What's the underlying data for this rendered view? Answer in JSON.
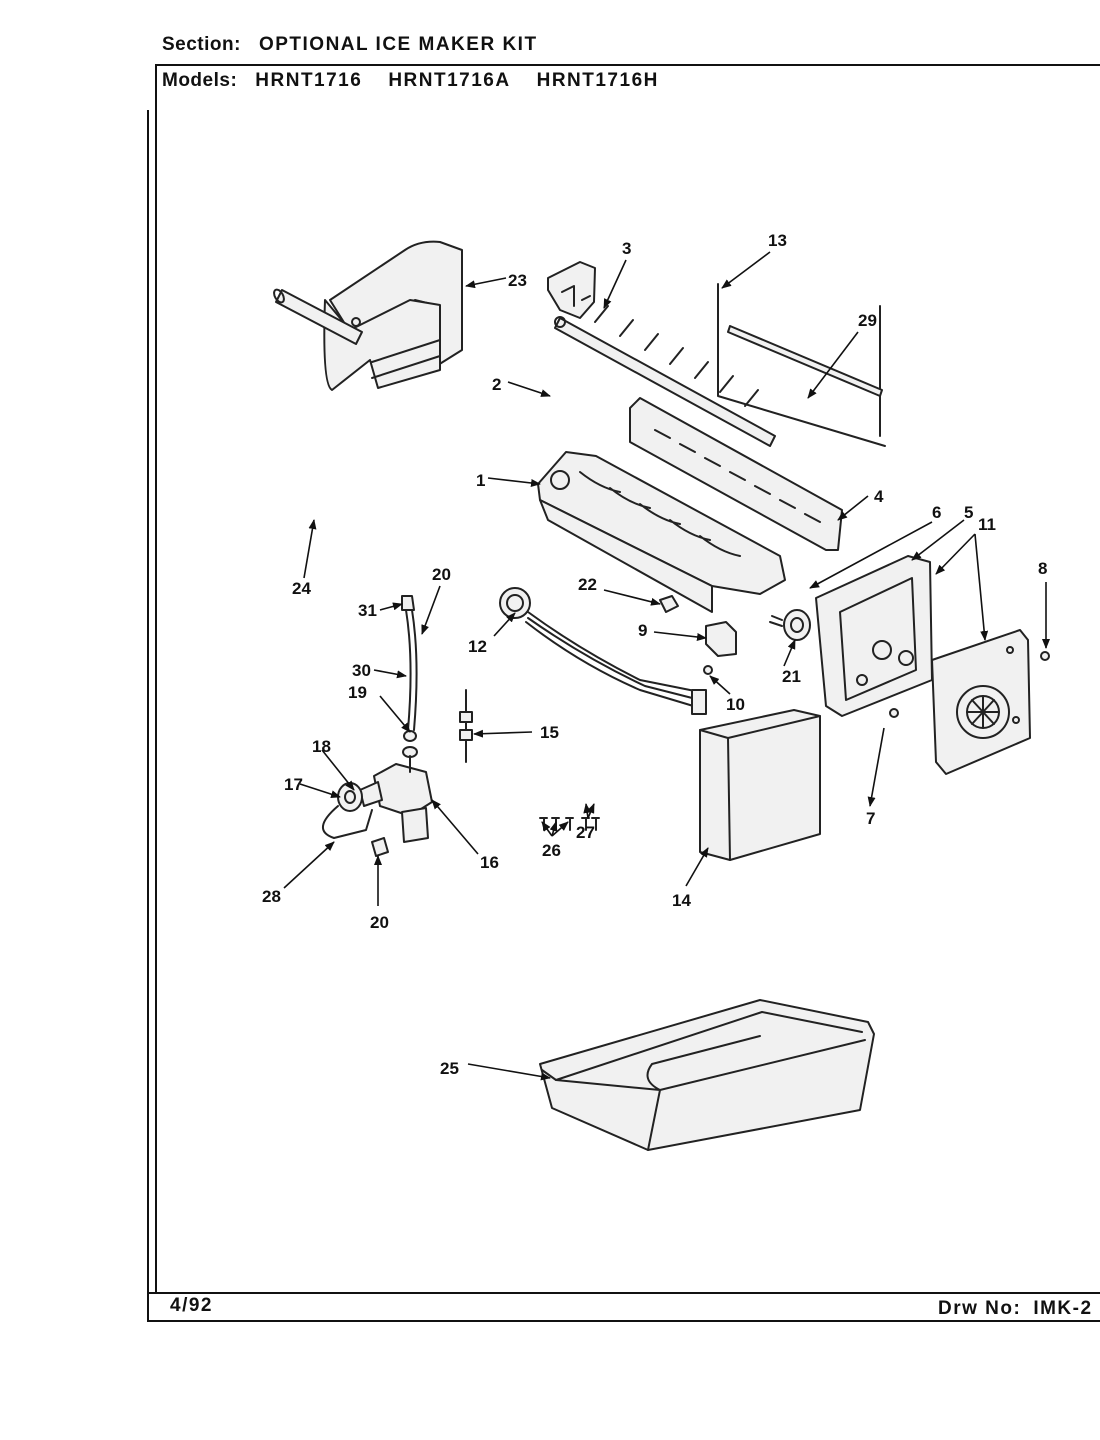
{
  "header": {
    "section_label": "Section:",
    "section_value": "OPTIONAL ICE MAKER KIT",
    "models_label": "Models:",
    "models": [
      "HRNT1716",
      "HRNT1716A",
      "HRNT1716H"
    ]
  },
  "footer": {
    "date": "4/92",
    "drawing_label": "Drw No:",
    "drawing_number": "IMK-2"
  },
  "callouts": {
    "p1": "1",
    "p2": "2",
    "p3": "3",
    "p4": "4",
    "p5": "5",
    "p6": "6",
    "p7": "7",
    "p8": "8",
    "p9": "9",
    "p10": "10",
    "p11": "11",
    "p12": "12",
    "p13": "13",
    "p14": "14",
    "p15": "15",
    "p16": "16",
    "p17": "17",
    "p18": "18",
    "p19": "19",
    "p20a": "20",
    "p20b": "20",
    "p21": "21",
    "p22": "22",
    "p23": "23",
    "p24": "24",
    "p25": "25",
    "p26": "26",
    "p27": "27",
    "p28": "28",
    "p29": "29",
    "p30": "30",
    "p31": "31"
  }
}
